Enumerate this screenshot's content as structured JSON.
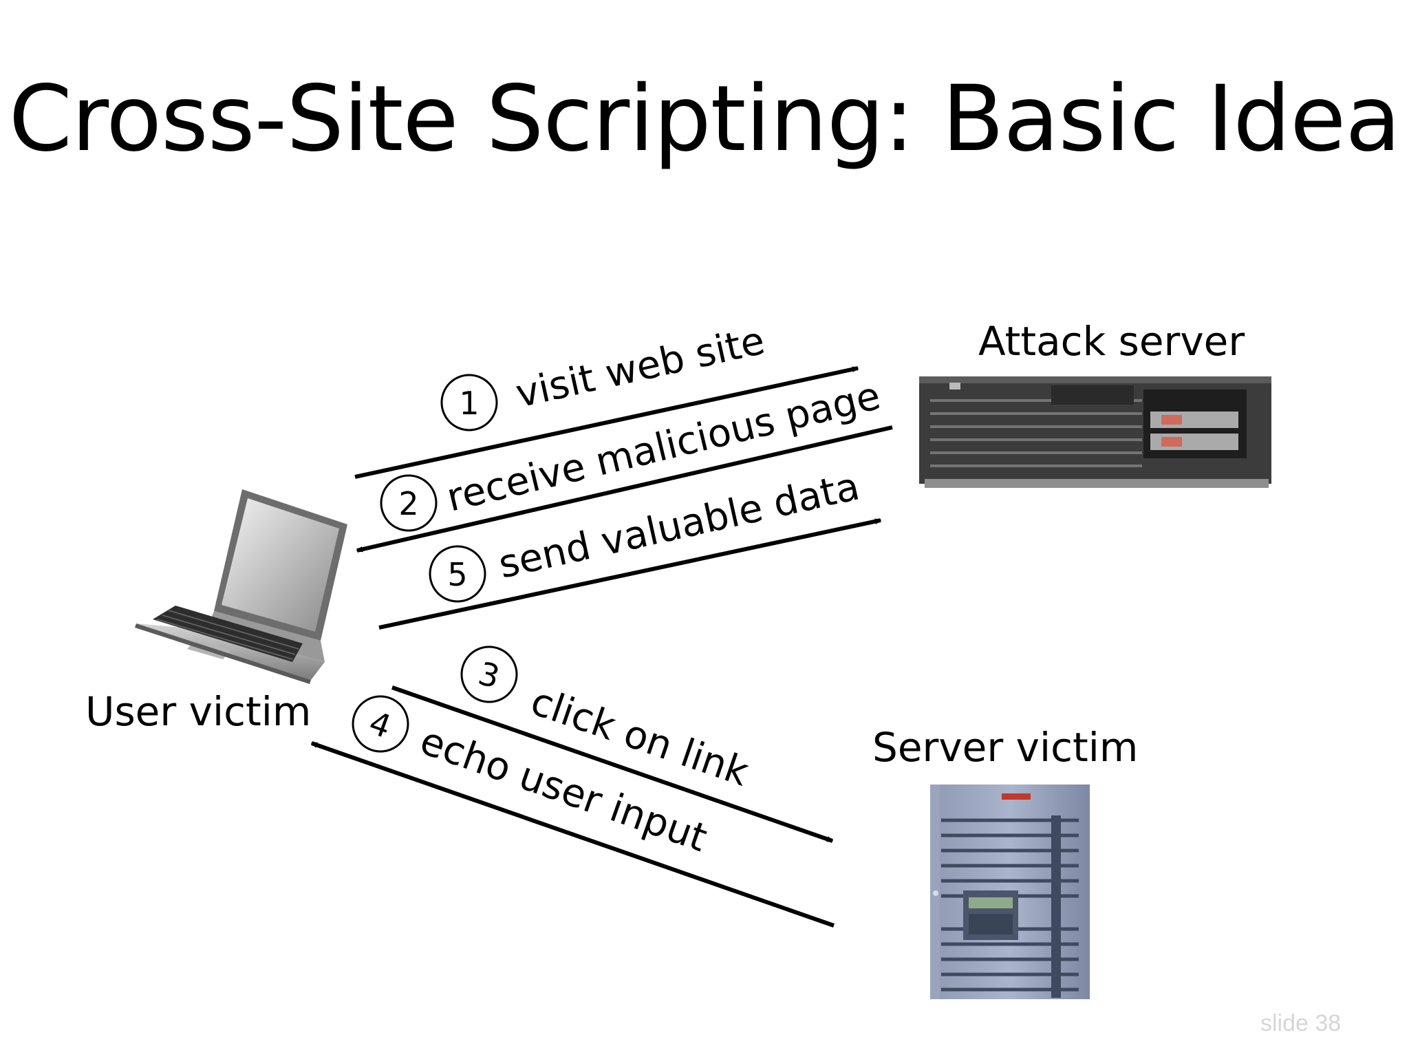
{
  "slide": {
    "title": "Cross-Site Scripting: Basic Idea",
    "footer": "slide 38"
  },
  "nodes": {
    "user_victim": {
      "label": "User victim",
      "icon": "laptop-icon"
    },
    "attack_server": {
      "label": "Attack server",
      "icon": "rack-server-icon"
    },
    "server_victim": {
      "label": "Server victim",
      "icon": "tower-server-icon"
    }
  },
  "steps": [
    {
      "number": "1",
      "label": "visit web site",
      "from": "User victim",
      "to": "Attack server"
    },
    {
      "number": "2",
      "label": "receive malicious page",
      "from": "Attack server",
      "to": "User victim"
    },
    {
      "number": "3",
      "label": "click on link",
      "from": "User victim",
      "to": "Server victim"
    },
    {
      "number": "4",
      "label": "echo user input",
      "from": "Server victim",
      "to": "User victim"
    },
    {
      "number": "5",
      "label": "send valuable data",
      "from": "User victim",
      "to": "Attack server"
    }
  ],
  "colors": {
    "line": "#000000",
    "background": "#ffffff",
    "footer": "#d6d6d6"
  }
}
